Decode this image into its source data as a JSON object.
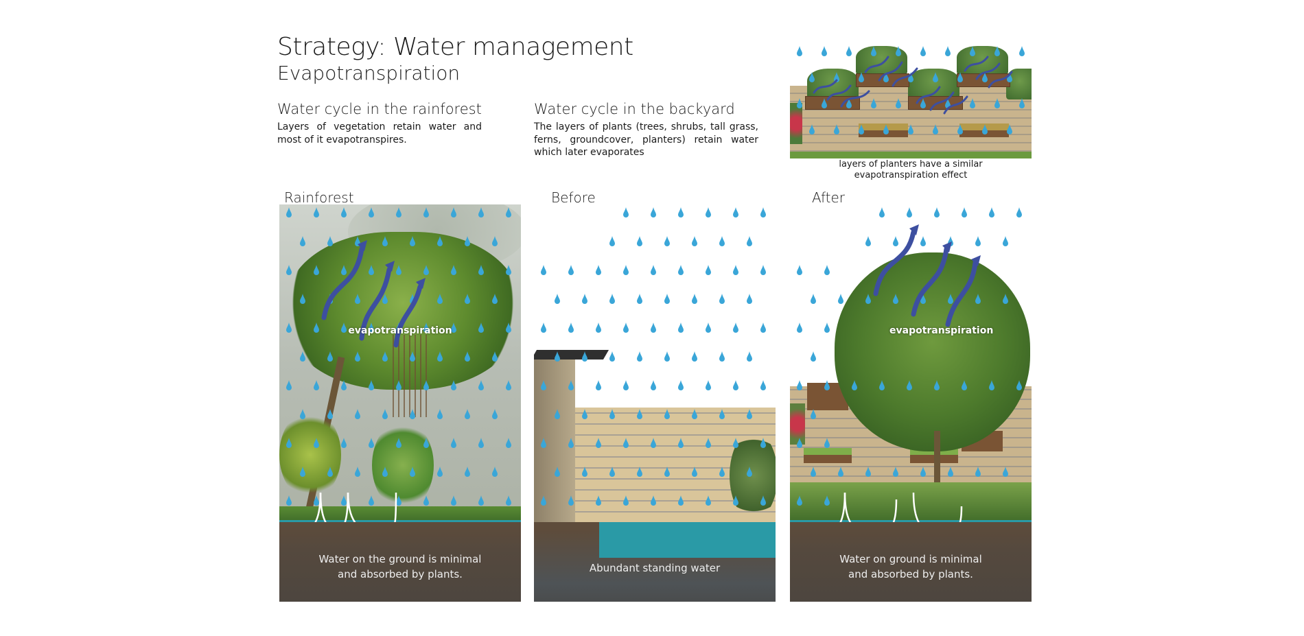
{
  "header": {
    "title": "Strategy: Water management",
    "subtitle": "Evapotranspiration"
  },
  "rainforest_section": {
    "heading": "Water cycle in the rainforest",
    "body": "Layers of vegetation retain water and most of it evapotranspires."
  },
  "backyard_section": {
    "heading": "Water cycle in the backyard",
    "body": "The layers of plants (trees, shrubs, tall grass, ferns, groundcover, planters) retain water which later evaporates"
  },
  "inset": {
    "caption_line1": "layers of planters have a similar",
    "caption_line2": "evapotranspiration effect"
  },
  "panels": {
    "rainforest": {
      "label": "Rainforest",
      "evap_label": "evapotranspiration",
      "ground_line1": "Water on the ground is minimal",
      "ground_line2": "and absorbed by plants."
    },
    "before": {
      "label": "Before",
      "ground_line1": "Abundant standing water"
    },
    "after": {
      "label": "After",
      "evap_label": "evapotranspiration",
      "ground_line1": "Water on ground is minimal",
      "ground_line2": "and absorbed by plants."
    }
  },
  "colors": {
    "raindrop": "#3aa6d8",
    "evap_arrow": "#3d4fa0",
    "water": "#2a9aa6",
    "soil": "#55493e"
  }
}
